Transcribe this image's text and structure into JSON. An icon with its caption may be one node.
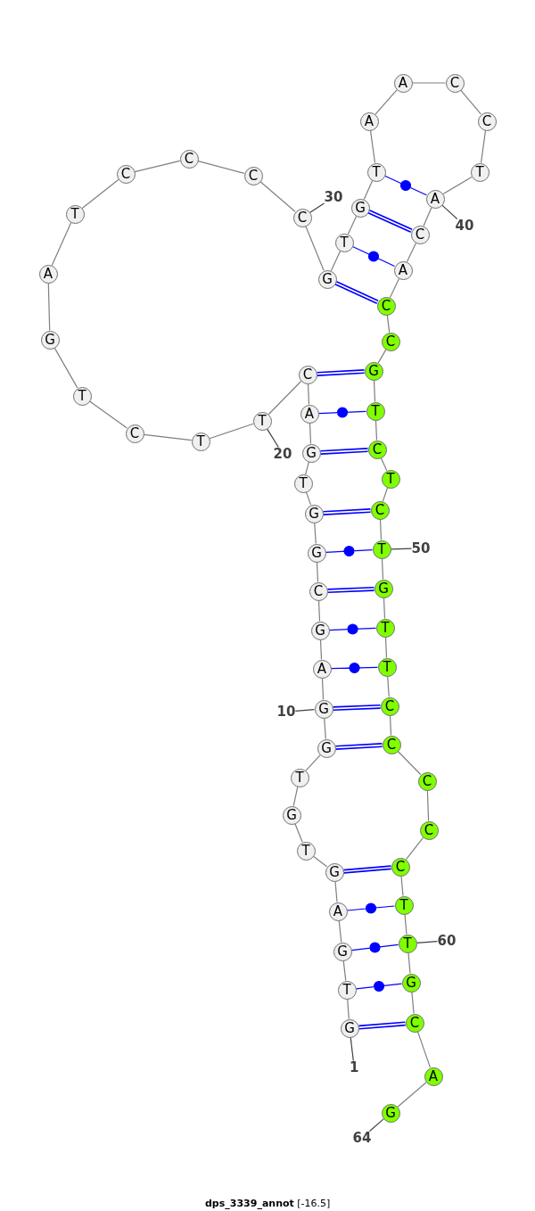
{
  "diagram": {
    "caption": "**dps_3339_annot** [-16.5]",
    "nodes": [
      {
        "text": [
          "G"
        ]
      },
      {
        "text": [
          "T"
        ]
      },
      {
        "text": [
          "G"
        ]
      },
      {
        "text": [
          "A"
        ]
      },
      {
        "text": [
          "G"
        ]
      },
      {
        "text": [
          "T"
        ]
      },
      {
        "text": [
          "G"
        ]
      },
      {
        "text": [
          "T"
        ]
      },
      {
        "text": [
          "G"
        ]
      },
      {
        "text": [
          "G"
        ]
      },
      {
        "text": [
          "A"
        ]
      },
      {
        "text": [
          "G"
        ]
      },
      {
        "text": [
          "C"
        ]
      },
      {
        "text": [
          "G"
        ]
      },
      {
        "text": [
          "G"
        ]
      },
      {
        "text": [
          "T"
        ]
      },
      {
        "text": [
          "G"
        ]
      },
      {
        "text": [
          "A"
        ]
      },
      {
        "text": [
          "C"
        ]
      },
      {
        "text": [
          "T"
        ]
      },
      {
        "text": [
          "T"
        ]
      },
      {
        "text": [
          "C"
        ]
      },
      {
        "text": [
          "T"
        ]
      },
      {
        "text": [
          "G"
        ]
      },
      {
        "text": [
          "A"
        ]
      },
      {
        "text": [
          "T"
        ]
      },
      {
        "text": [
          "C"
        ]
      },
      {
        "text": [
          "C"
        ]
      },
      {
        "text": [
          "C"
        ]
      },
      {
        "text": [
          "C"
        ]
      },
      {
        "text": [
          "G"
        ]
      },
      {
        "text": [
          "T"
        ]
      },
      {
        "text": [
          "G"
        ]
      },
      {
        "text": [
          "T"
        ]
      },
      {
        "text": [
          "A"
        ]
      },
      {
        "text": [
          "A"
        ]
      },
      {
        "text": [
          "C"
        ]
      },
      {
        "text": [
          "C"
        ]
      },
      {
        "text": [
          "T"
        ]
      },
      {
        "text": [
          "A"
        ]
      },
      {
        "text": [
          "C"
        ]
      },
      {
        "text": [
          "A"
        ]
      },
      {
        "text": [
          "C"
        ]
      },
      {
        "text": [
          "C"
        ]
      },
      {
        "text": [
          "G"
        ]
      },
      {
        "text": [
          "T"
        ]
      },
      {
        "text": [
          "C"
        ]
      },
      {
        "text": [
          "T"
        ]
      },
      {
        "text": [
          "C"
        ]
      },
      {
        "text": [
          "T"
        ]
      },
      {
        "text": [
          "G"
        ]
      },
      {
        "text": [
          "T"
        ]
      },
      {
        "text": [
          "T"
        ]
      },
      {
        "text": [
          "C"
        ]
      },
      {
        "text": [
          "C"
        ]
      },
      {
        "text": [
          "C"
        ]
      },
      {
        "text": [
          "C"
        ]
      },
      {
        "text": [
          "C"
        ]
      },
      {
        "text": [
          "T"
        ]
      },
      {
        "text": [
          "T"
        ]
      },
      {
        "text": [
          "G"
        ]
      },
      {
        "text": [
          "C"
        ]
      },
      {
        "text": [
          "A"
        ]
      },
      {
        "text": [
          "G"
        ]
      },
      {
        "text": [
          "1"
        ]
      },
      {
        "text": [
          "10"
        ]
      },
      {
        "text": [
          "20"
        ]
      },
      {
        "text": [
          "30"
        ]
      },
      {
        "text": [
          "40"
        ]
      },
      {
        "text": [
          "50"
        ]
      },
      {
        "text": [
          "60"
        ]
      },
      {
        "text": [
          "64"
        ]
      }
    ],
    "edges": [
      {
        "from": 0,
        "to": 1,
        "arrow": "none"
      },
      {
        "from": 1,
        "to": 2,
        "arrow": "none"
      },
      {
        "from": 2,
        "to": 3,
        "arrow": "none"
      },
      {
        "from": 3,
        "to": 4,
        "arrow": "none"
      },
      {
        "from": 4,
        "to": 5,
        "arrow": "none"
      },
      {
        "from": 5,
        "to": 6,
        "arrow": "none"
      },
      {
        "from": 6,
        "to": 7,
        "arrow": "none"
      },
      {
        "from": 7,
        "to": 8,
        "arrow": "none"
      },
      {
        "from": 8,
        "to": 9,
        "arrow": "none"
      },
      {
        "from": 9,
        "to": 10,
        "arrow": "none"
      },
      {
        "from": 10,
        "to": 11,
        "arrow": "none"
      },
      {
        "from": 11,
        "to": 12,
        "arrow": "none"
      },
      {
        "from": 12,
        "to": 13,
        "arrow": "none"
      },
      {
        "from": 13,
        "to": 14,
        "arrow": "none"
      },
      {
        "from": 14,
        "to": 15,
        "arrow": "none"
      },
      {
        "from": 15,
        "to": 16,
        "arrow": "none"
      },
      {
        "from": 16,
        "to": 17,
        "arrow": "none"
      },
      {
        "from": 17,
        "to": 18,
        "arrow": "none"
      },
      {
        "from": 18,
        "to": 19,
        "arrow": "none"
      },
      {
        "from": 19,
        "to": 20,
        "arrow": "none"
      },
      {
        "from": 20,
        "to": 21,
        "arrow": "none"
      },
      {
        "from": 21,
        "to": 22,
        "arrow": "none"
      },
      {
        "from": 22,
        "to": 23,
        "arrow": "none"
      },
      {
        "from": 23,
        "to": 24,
        "arrow": "none"
      },
      {
        "from": 24,
        "to": 25,
        "arrow": "none"
      },
      {
        "from": 25,
        "to": 26,
        "arrow": "none"
      },
      {
        "from": 26,
        "to": 27,
        "arrow": "none"
      },
      {
        "from": 27,
        "to": 28,
        "arrow": "none"
      },
      {
        "from": 28,
        "to": 29,
        "arrow": "none"
      },
      {
        "from": 29,
        "to": 30,
        "arrow": "none"
      },
      {
        "from": 30,
        "to": 31,
        "arrow": "none"
      },
      {
        "from": 31,
        "to": 32,
        "arrow": "none"
      },
      {
        "from": 32,
        "to": 33,
        "arrow": "none"
      },
      {
        "from": 33,
        "to": 34,
        "arrow": "none"
      },
      {
        "from": 34,
        "to": 35,
        "arrow": "none"
      },
      {
        "from": 35,
        "to": 36,
        "arrow": "none"
      },
      {
        "from": 36,
        "to": 37,
        "arrow": "none"
      },
      {
        "from": 37,
        "to": 38,
        "arrow": "none"
      },
      {
        "from": 38,
        "to": 39,
        "arrow": "none"
      },
      {
        "from": 39,
        "to": 40,
        "arrow": "none"
      },
      {
        "from": 40,
        "to": 41,
        "arrow": "none"
      },
      {
        "from": 41,
        "to": 42,
        "arrow": "none"
      },
      {
        "from": 42,
        "to": 43,
        "arrow": "none"
      },
      {
        "from": 43,
        "to": 44,
        "arrow": "none"
      },
      {
        "from": 44,
        "to": 45,
        "arrow": "none"
      },
      {
        "from": 45,
        "to": 46,
        "arrow": "none"
      },
      {
        "from": 46,
        "to": 47,
        "arrow": "none"
      },
      {
        "from": 47,
        "to": 48,
        "arrow": "none"
      },
      {
        "from": 48,
        "to": 49,
        "arrow": "none"
      },
      {
        "from": 49,
        "to": 50,
        "arrow": "none"
      },
      {
        "from": 50,
        "to": 51,
        "arrow": "none"
      },
      {
        "from": 51,
        "to": 52,
        "arrow": "none"
      },
      {
        "from": 52,
        "to": 53,
        "arrow": "none"
      },
      {
        "from": 53,
        "to": 54,
        "arrow": "none"
      },
      {
        "from": 54,
        "to": 55,
        "arrow": "none"
      },
      {
        "from": 55,
        "to": 56,
        "arrow": "none"
      },
      {
        "from": 56,
        "to": 57,
        "arrow": "none"
      },
      {
        "from": 57,
        "to": 58,
        "arrow": "none"
      },
      {
        "from": 58,
        "to": 59,
        "arrow": "none"
      },
      {
        "from": 59,
        "to": 60,
        "arrow": "none"
      },
      {
        "from": 60,
        "to": 61,
        "arrow": "none"
      },
      {
        "from": 61,
        "to": 62,
        "arrow": "none"
      },
      {
        "from": 62,
        "to": 63,
        "arrow": "none"
      },
      {
        "from": 0,
        "to": 61,
        "arrow": "none",
        "style": "thick",
        "color": "#0000ff"
      },
      {
        "from": 1,
        "to": 60,
        "arrow": "none",
        "color": "#0000ff"
      },
      {
        "from": 2,
        "to": 59,
        "arrow": "none",
        "color": "#0000ff"
      },
      {
        "from": 3,
        "to": 58,
        "arrow": "none",
        "color": "#0000ff"
      },
      {
        "from": 4,
        "to": 57,
        "arrow": "none",
        "style": "thick",
        "color": "#0000ff"
      },
      {
        "from": 8,
        "to": 54,
        "arrow": "none",
        "style": "thick",
        "color": "#0000ff"
      },
      {
        "from": 9,
        "to": 53,
        "arrow": "none",
        "style": "thick",
        "color": "#0000ff"
      },
      {
        "from": 10,
        "to": 52,
        "arrow": "none",
        "color": "#0000ff"
      },
      {
        "from": 11,
        "to": 51,
        "arrow": "none",
        "color": "#0000ff"
      },
      {
        "from": 12,
        "to": 50,
        "arrow": "none",
        "style": "thick",
        "color": "#0000ff"
      },
      {
        "from": 13,
        "to": 49,
        "arrow": "none",
        "color": "#0000ff"
      },
      {
        "from": 14,
        "to": 48,
        "arrow": "none",
        "style": "thick",
        "color": "#0000ff"
      },
      {
        "from": 16,
        "to": 46,
        "arrow": "none",
        "style": "thick",
        "color": "#0000ff"
      },
      {
        "from": 17,
        "to": 45,
        "arrow": "none",
        "color": "#0000ff"
      },
      {
        "from": 18,
        "to": 44,
        "arrow": "none",
        "style": "thick",
        "color": "#0000ff"
      },
      {
        "from": 30,
        "to": 42,
        "arrow": "none",
        "style": "thick",
        "color": "#0000ff"
      },
      {
        "from": 31,
        "to": 41,
        "arrow": "none",
        "color": "#0000ff"
      },
      {
        "from": 32,
        "to": 40,
        "arrow": "none",
        "style": "thick",
        "color": "#0000ff"
      },
      {
        "from": 33,
        "to": 39,
        "arrow": "none",
        "color": "#0000ff"
      },
      {
        "from": 64,
        "to": 0,
        "arrow": "none",
        "color": "#404040"
      },
      {
        "from": 65,
        "to": 9,
        "arrow": "none",
        "color": "#404040"
      },
      {
        "from": 66,
        "to": 19,
        "arrow": "none",
        "color": "#404040"
      },
      {
        "from": 67,
        "to": 29,
        "arrow": "none",
        "color": "#404040"
      },
      {
        "from": 68,
        "to": 39,
        "arrow": "none",
        "color": "#404040"
      },
      {
        "from": 69,
        "to": 49,
        "arrow": "none",
        "color": "#404040"
      },
      {
        "from": 70,
        "to": 59,
        "arrow": "none",
        "color": "#404040"
      },
      {
        "from": 71,
        "to": 63,
        "arrow": "none",
        "color": "#404040"
      }
    ]
  }
}
